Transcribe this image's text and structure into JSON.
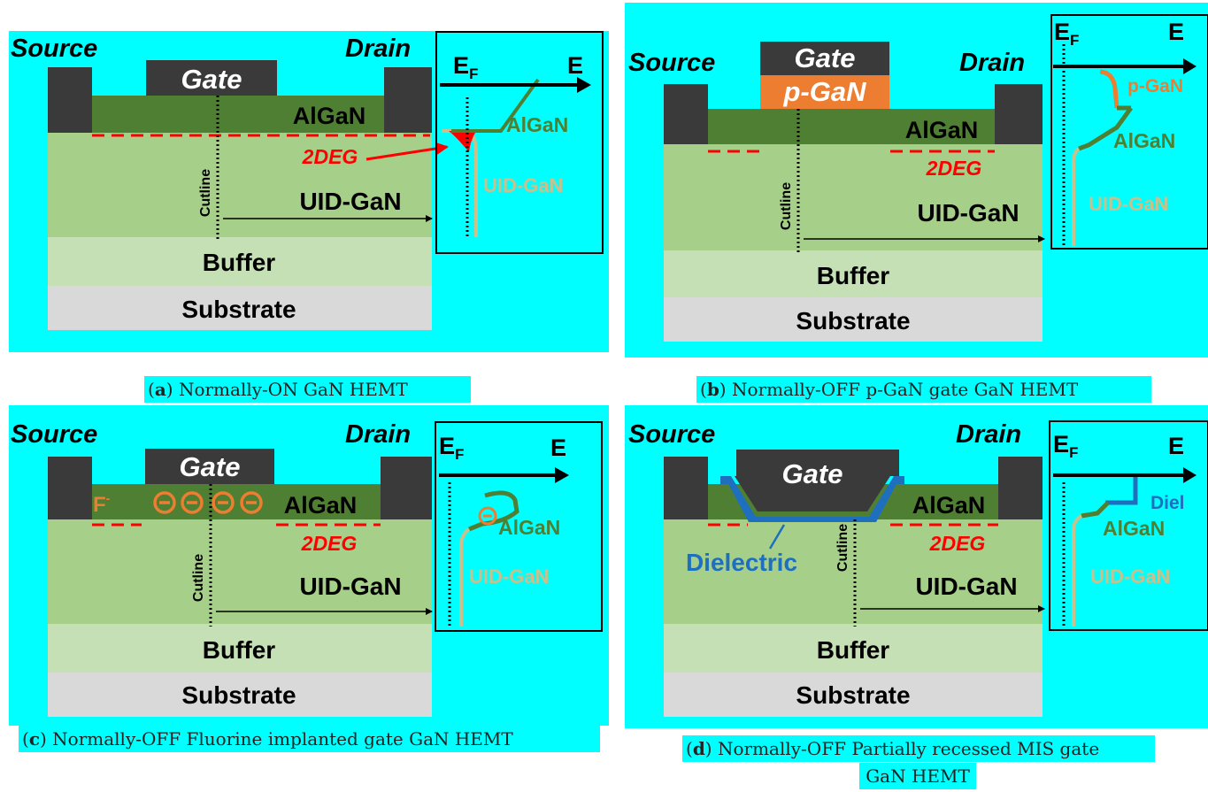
{
  "colors": {
    "panel_bg": "#00ffff",
    "electrode": "#3a3a3a",
    "algan": "#4f7f32",
    "uid_gan": "#a6d08a",
    "buffer": "#c5e0b4",
    "substrate": "#d9d9d9",
    "twodeg": "#ff0000",
    "p_gan": "#ed7d31",
    "dielectric": "#1f6fbf",
    "uid_curve": "#c9c08c"
  },
  "panels": {
    "a": {
      "source": "Source",
      "drain": "Drain",
      "gate": "Gate",
      "algan": "AlGaN",
      "twodeg": "2DEG",
      "uid_gan": "UID-GaN",
      "buffer": "Buffer",
      "substrate": "Substrate",
      "cutline": "Cutline",
      "band_ef": "E",
      "band_ef_sub": "F",
      "band_e": "E",
      "band_algan": "AlGaN",
      "band_uid": "UID-GaN",
      "caption_label": "a",
      "caption_text": "Normally-ON GaN HEMT"
    },
    "b": {
      "source": "Source",
      "drain": "Drain",
      "gate": "Gate",
      "pgan": "p-GaN",
      "algan": "AlGaN",
      "twodeg": "2DEG",
      "uid_gan": "UID-GaN",
      "buffer": "Buffer",
      "substrate": "Substrate",
      "cutline": "Cutline",
      "band_ef": "E",
      "band_ef_sub": "F",
      "band_e": "E",
      "band_pgan": "p-GaN",
      "band_algan": "AlGaN",
      "band_uid": "UID-GaN",
      "caption_label": "b",
      "caption_text": "Normally-OFF p-GaN gate GaN HEMT"
    },
    "c": {
      "source": "Source",
      "drain": "Drain",
      "gate": "Gate",
      "fluorine": "F",
      "fluorine_sup": "-",
      "minus_charge": "Θ",
      "algan": "AlGaN",
      "twodeg": "2DEG",
      "uid_gan": "UID-GaN",
      "buffer": "Buffer",
      "substrate": "Substrate",
      "cutline": "Cutline",
      "band_ef": "E",
      "band_ef_sub": "F",
      "band_e": "E",
      "band_algan": "AlGaN",
      "band_uid": "UID-GaN",
      "caption_label": "c",
      "caption_text": "Normally-OFF Fluorine implanted gate GaN HEMT"
    },
    "d": {
      "source": "Source",
      "drain": "Drain",
      "gate": "Gate",
      "algan": "AlGaN",
      "twodeg": "2DEG",
      "dielectric": "Dielectric",
      "uid_gan": "UID-GaN",
      "buffer": "Buffer",
      "substrate": "Substrate",
      "cutline": "Cutline",
      "band_ef": "E",
      "band_ef_sub": "F",
      "band_e": "E",
      "band_diel": "Diel",
      "band_algan": "AlGaN",
      "band_uid": "UID-GaN",
      "caption_label": "d",
      "caption_line1": "Normally-OFF Partially recessed MIS gate",
      "caption_line2": "GaN HEMT"
    }
  }
}
